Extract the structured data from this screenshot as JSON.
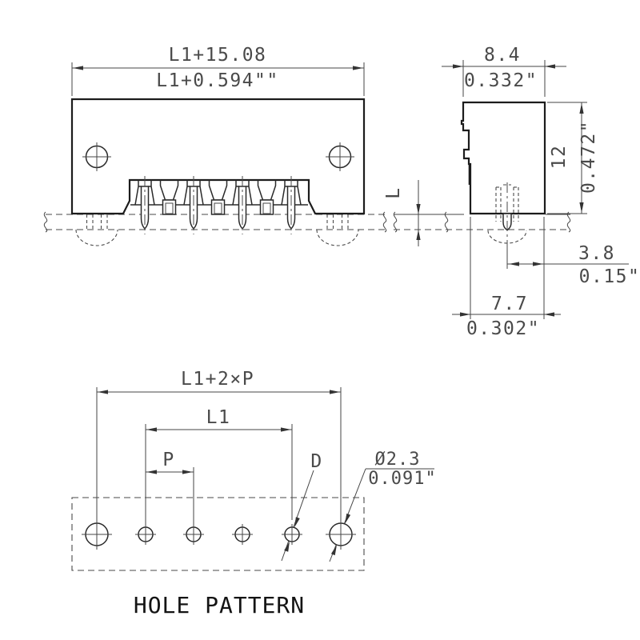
{
  "drawing": {
    "front": {
      "dim_mm": "L1+15.08",
      "dim_in": "L1+0.594\"\""
    },
    "side": {
      "width_mm": "8.4",
      "width_in": "0.332\"",
      "height_mm": "12",
      "height_in": "0.472\"",
      "board_dim": "L",
      "pin_offset_mm": "3.8",
      "pin_offset_in": "0.15\"",
      "base_mm": "7.7",
      "base_in": "0.302\""
    },
    "holes": {
      "title": "HOLE PATTERN",
      "total": "L1+2×P",
      "l1": "L1",
      "pitch": "P",
      "hole_d": "D",
      "dia_mm": "Ø2.3",
      "dia_in": "0.091\""
    }
  }
}
